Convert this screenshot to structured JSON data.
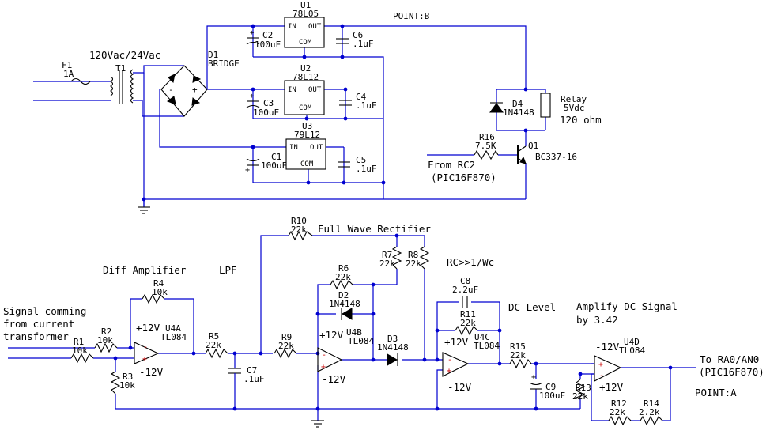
{
  "labels": {
    "point_b": "POINT:B",
    "point_a": "POINT:A",
    "transformer_rating": "120Vac/24Vac",
    "bridge_ref": "D1",
    "bridge_name": "BRIDGE",
    "relay_name": "Relay",
    "relay_voltage": "5Vdc",
    "relay_resistance": "120 ohm",
    "from_rc2": "From RC2",
    "pic_ref_top": "(PIC16F870)",
    "full_wave_rectifier": "Full Wave Rectifier",
    "diff_amplifier": "Diff Amplifier",
    "lpf": "LPF",
    "rc_note": "RC>>1/Wc",
    "dc_level": "DC Level",
    "amplify_line1": "Amplify DC Signal",
    "amplify_line2": "by 3.42",
    "signal_line1": "Signal comming",
    "signal_line2": "from current",
    "signal_line3": "transformer",
    "to_ra0": "To RA0/AN0",
    "pic_ref_bottom": "(PIC16F870)"
  },
  "components": {
    "F1": {
      "ref": "F1",
      "value": "1A"
    },
    "T1": {
      "ref": "T1"
    },
    "U1": {
      "ref": "U1",
      "part": "78L05",
      "pin_in": "IN",
      "pin_out": "OUT",
      "pin_com": "COM"
    },
    "U2": {
      "ref": "U2",
      "part": "78L12",
      "pin_in": "IN",
      "pin_out": "OUT",
      "pin_com": "COM"
    },
    "U3": {
      "ref": "U3",
      "part": "79L12",
      "pin_in": "IN",
      "pin_out": "OUT",
      "pin_com": "COM"
    },
    "C1": {
      "ref": "C1",
      "value": "100uF"
    },
    "C2": {
      "ref": "C2",
      "value": "100uF"
    },
    "C3": {
      "ref": "C3",
      "value": "100uF"
    },
    "C4": {
      "ref": "C4",
      "value": ".1uF"
    },
    "C5": {
      "ref": "C5",
      "value": ".1uF"
    },
    "C6": {
      "ref": "C6",
      "value": ".1uF"
    },
    "C7": {
      "ref": "C7",
      "value": ".1uF"
    },
    "C8": {
      "ref": "C8",
      "value": "2.2uF"
    },
    "C9": {
      "ref": "C9",
      "value": "100uF"
    },
    "D2": {
      "ref": "D2",
      "value": "1N4148"
    },
    "D3": {
      "ref": "D3",
      "value": "1N4148"
    },
    "D4": {
      "ref": "D4",
      "value": "1N4148"
    },
    "Q1": {
      "ref": "Q1",
      "value": "BC337-16"
    },
    "R1": {
      "ref": "R1",
      "value": "10k"
    },
    "R2": {
      "ref": "R2",
      "value": "10k"
    },
    "R3": {
      "ref": "R3",
      "value": "10k"
    },
    "R4": {
      "ref": "R4",
      "value": "10k"
    },
    "R5": {
      "ref": "R5",
      "value": "22k"
    },
    "R6": {
      "ref": "R6",
      "value": "22k"
    },
    "R7": {
      "ref": "R7",
      "value": "22k"
    },
    "R8": {
      "ref": "R8",
      "value": "22k"
    },
    "R9": {
      "ref": "R9",
      "value": "22k"
    },
    "R10": {
      "ref": "R10",
      "value": "22k"
    },
    "R11": {
      "ref": "R11",
      "value": "22k"
    },
    "R12": {
      "ref": "R12",
      "value": "22k"
    },
    "R13": {
      "ref": "R13",
      "value": "22k"
    },
    "R14": {
      "ref": "R14",
      "value": "2.2k"
    },
    "R15": {
      "ref": "R15",
      "value": "22k"
    },
    "R16": {
      "ref": "R16",
      "value": "7.5K"
    },
    "U4A": {
      "ref": "U4A",
      "part": "TL084",
      "vplus": "+12V",
      "vminus": "-12V"
    },
    "U4B": {
      "ref": "U4B",
      "part": "TL084",
      "vplus": "+12V",
      "vminus": "-12V"
    },
    "U4C": {
      "ref": "U4C",
      "part": "TL084",
      "vplus": "+12V",
      "vminus": "-12V"
    },
    "U4D": {
      "ref": "U4D",
      "part": "TL084",
      "vplus": "+12V",
      "vminus": "-12V"
    }
  },
  "signs": {
    "plus": "+",
    "minus": "-"
  }
}
